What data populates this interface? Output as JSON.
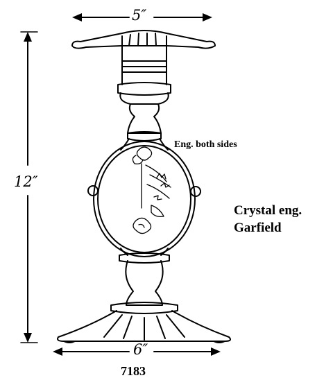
{
  "dimensions": {
    "top_width": "5″",
    "height": "12″",
    "base_width": "6″"
  },
  "annotations": {
    "engraving_note": "Eng. both sides",
    "material_line1": "Crystal eng.",
    "material_line2": "Garfield"
  },
  "catalog_number": "7183",
  "colors": {
    "ink": "#000000",
    "paper": "#ffffff"
  }
}
